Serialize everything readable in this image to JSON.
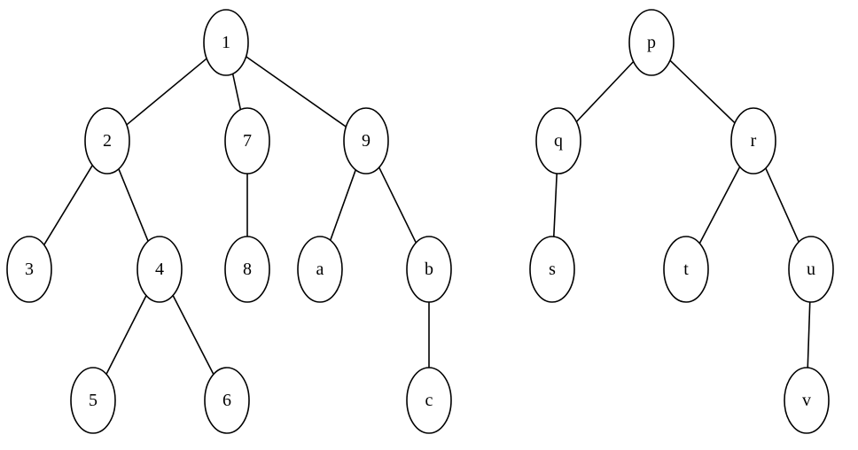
{
  "diagram": {
    "trees": [
      {
        "id": "tree-numeric",
        "nodes": [
          {
            "id": "n1",
            "label": "1"
          },
          {
            "id": "n2",
            "label": "2"
          },
          {
            "id": "n7",
            "label": "7"
          },
          {
            "id": "n9",
            "label": "9"
          },
          {
            "id": "n3",
            "label": "3"
          },
          {
            "id": "n4",
            "label": "4"
          },
          {
            "id": "n8",
            "label": "8"
          },
          {
            "id": "na",
            "label": "a"
          },
          {
            "id": "nb",
            "label": "b"
          },
          {
            "id": "n5",
            "label": "5"
          },
          {
            "id": "n6",
            "label": "6"
          },
          {
            "id": "nc",
            "label": "c"
          }
        ],
        "edges": [
          [
            "n1",
            "n2"
          ],
          [
            "n1",
            "n7"
          ],
          [
            "n1",
            "n9"
          ],
          [
            "n2",
            "n3"
          ],
          [
            "n2",
            "n4"
          ],
          [
            "n7",
            "n8"
          ],
          [
            "n9",
            "na"
          ],
          [
            "n9",
            "nb"
          ],
          [
            "n4",
            "n5"
          ],
          [
            "n4",
            "n6"
          ],
          [
            "nb",
            "nc"
          ]
        ]
      },
      {
        "id": "tree-letters",
        "nodes": [
          {
            "id": "np",
            "label": "p"
          },
          {
            "id": "nq",
            "label": "q"
          },
          {
            "id": "nr",
            "label": "r"
          },
          {
            "id": "ns",
            "label": "s"
          },
          {
            "id": "nt",
            "label": "t"
          },
          {
            "id": "nu",
            "label": "u"
          },
          {
            "id": "nv",
            "label": "v"
          }
        ],
        "edges": [
          [
            "np",
            "nq"
          ],
          [
            "np",
            "nr"
          ],
          [
            "nq",
            "ns"
          ],
          [
            "nr",
            "nt"
          ],
          [
            "nr",
            "nu"
          ],
          [
            "nu",
            "nv"
          ]
        ]
      }
    ]
  }
}
